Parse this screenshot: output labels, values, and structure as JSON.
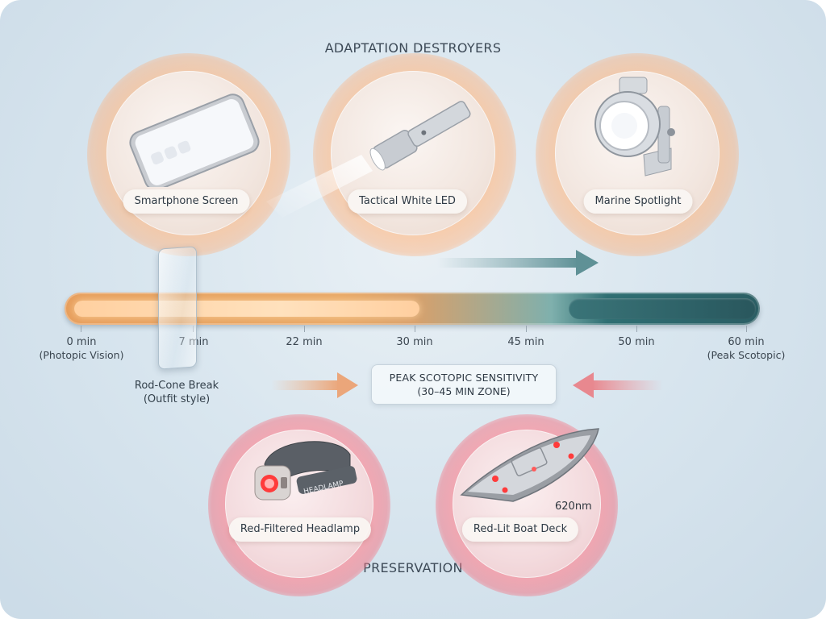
{
  "headings": {
    "top": "ADAPTATION DESTROYERS",
    "bottom": "PRESERVATION"
  },
  "destroyers": [
    {
      "label": "Smartphone Screen",
      "icon": "smartphone-icon"
    },
    {
      "label": "Tactical White LED",
      "icon": "flashlight-icon"
    },
    {
      "label": "Marine Spotlight",
      "icon": "spotlight-icon"
    }
  ],
  "preservers": [
    {
      "label": "Red-Filtered Headlamp",
      "icon": "headlamp-icon",
      "imprint": "HEADLAMP"
    },
    {
      "label": "Red-Lit Boat Deck",
      "icon": "boat-icon",
      "note": "620nm"
    }
  ],
  "timeline": {
    "ticks": [
      {
        "label": "0 min",
        "sub": "(Photopic Vision)"
      },
      {
        "label": "7 min",
        "sub": ""
      },
      {
        "label": "22 min",
        "sub": ""
      },
      {
        "label": "30 min",
        "sub": ""
      },
      {
        "label": "45 min",
        "sub": ""
      },
      {
        "label": "50 min",
        "sub": ""
      },
      {
        "label": "60 min",
        "sub": "(Peak Scotopic)"
      }
    ],
    "break_marker": {
      "line1": "Rod-Cone Break",
      "line2": "(Outfit style)"
    },
    "zone": {
      "line1": "PEAK SCOTOPIC SENSITIVITY",
      "line2": "(30–45 MIN ZONE)"
    }
  },
  "colors": {
    "photopic": "#e8a866",
    "scotopic": "#2b5e64",
    "destroyer_glow": "#ffbe8c",
    "preservation_glow": "#f06e78",
    "text": "#3d4a57"
  }
}
